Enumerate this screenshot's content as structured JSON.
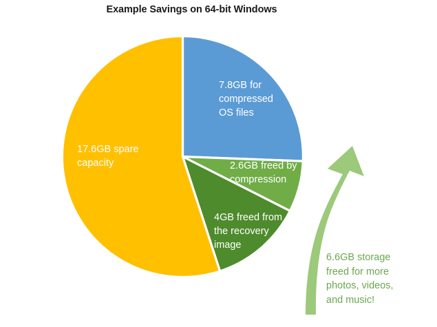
{
  "chart_data": {
    "type": "pie",
    "title": "Example Savings on 64-bit Windows",
    "unit": "GB",
    "total": 32,
    "categories": [
      "7.8GB for compressed OS files",
      "2.6GB freed by compression",
      "4GB freed from the recovery image",
      "17.6GB spare capacity"
    ],
    "values": [
      7.8,
      2.6,
      4,
      17.6
    ],
    "colors": [
      "#5B9BD5",
      "#70AD47",
      "#4E8B2C",
      "#FFC000"
    ],
    "start_angle_deg": 0,
    "direction": "clockwise",
    "legend": "none",
    "grid": false,
    "slices": [
      {
        "label": "7.8GB for compressed OS files",
        "label_text": "7.8GB for\ncompressed\nOS files",
        "value": 7.8,
        "percent": 24.4,
        "color": "#5B9BD5",
        "start_deg": 0,
        "end_deg": 87.75
      },
      {
        "label": "2.6GB freed by compression",
        "label_text": "2.6GB freed by\ncompression",
        "value": 2.6,
        "percent": 8.1,
        "color": "#70AD47",
        "start_deg": 87.75,
        "end_deg": 117
      },
      {
        "label": "4GB freed from the recovery image",
        "label_text": "4GB freed from\nthe recovery\nimage",
        "value": 4,
        "percent": 12.5,
        "color": "#4E8B2C",
        "start_deg": 117,
        "end_deg": 162
      },
      {
        "label": "17.6GB spare capacity",
        "label_text": "17.6GB spare\ncapacity",
        "value": 17.6,
        "percent": 55,
        "color": "#FFC000",
        "start_deg": 162,
        "end_deg": 360
      }
    ],
    "annotation": {
      "text": "6.6GB storage\nfreed for more\nphotos, videos,\nand music!",
      "color": "#6aa84f",
      "arrow": {
        "name": "curved-up-arrow",
        "color": "#9CC97A",
        "direction": "up-right"
      }
    }
  },
  "title": "Example Savings on 64-bit Windows"
}
